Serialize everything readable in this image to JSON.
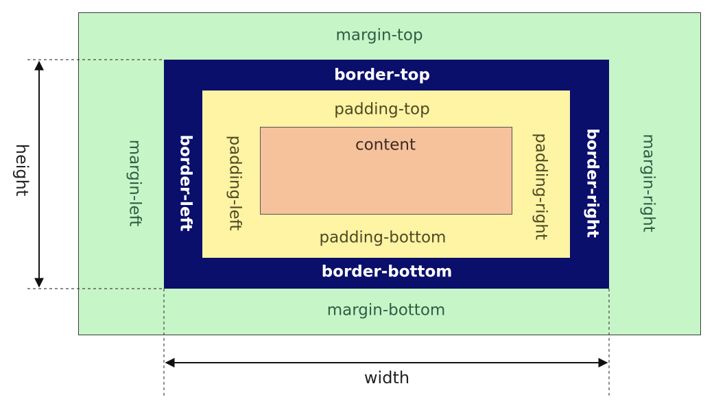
{
  "colors": {
    "margin": "#c6f5c7",
    "border": "#0a0f6b",
    "padding": "#fff3a4",
    "content": "#f5c29c"
  },
  "margin": {
    "top": "margin-top",
    "left": "margin-left",
    "right": "margin-right",
    "bottom": "margin-bottom"
  },
  "border": {
    "top": "border-top",
    "left": "border-left",
    "right": "border-right",
    "bottom": "border-bottom"
  },
  "padding": {
    "top": "padding-top",
    "left": "padding-left",
    "right": "padding-right",
    "bottom": "padding-bottom"
  },
  "content": {
    "label": "content"
  },
  "dimensions": {
    "height": "height",
    "width": "width"
  }
}
